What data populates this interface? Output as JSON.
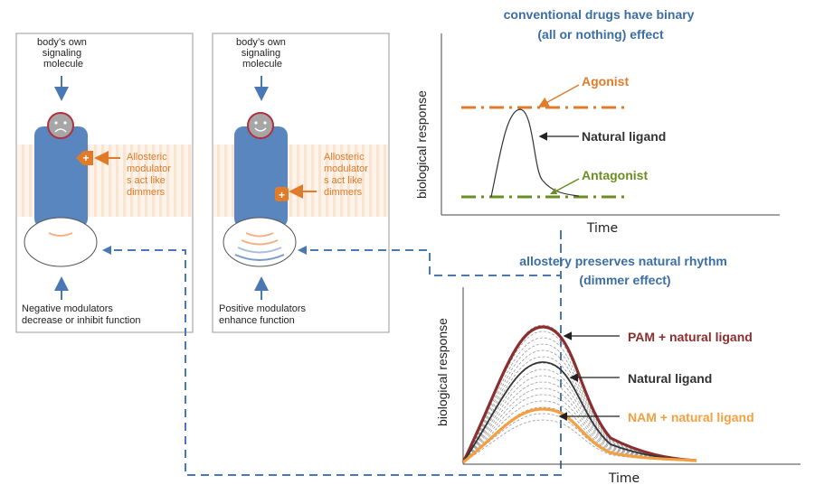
{
  "colors": {
    "blue_title": "#3b6ea5",
    "orange": "#e07b2a",
    "red_dark": "#8b2e2e",
    "green": "#6b8e23",
    "receptor_blue": "#5a86c0",
    "dash_blue": "#4a78b5",
    "membrane": "#fbe9d8",
    "text_dark": "#222222"
  },
  "panel_negative": {
    "top_label": [
      "body’s own",
      "signaling",
      "molecule"
    ],
    "modulator_label": [
      "Allosteric",
      "modulator",
      "s act like",
      "dimmers"
    ],
    "bottom_label": [
      "Negative modulators",
      "decrease or inhibit function"
    ]
  },
  "panel_positive": {
    "top_label": [
      "body’s own",
      "signaling",
      "molecule"
    ],
    "modulator_label": [
      "Allosteric",
      "modulator",
      "s act like",
      "dimmers"
    ],
    "bottom_label": [
      "Positive modulators",
      "enhance function"
    ]
  },
  "chart_top": {
    "title": [
      "conventional drugs have binary",
      "(all or nothing) effect"
    ],
    "ylabel": "biological response",
    "xlabel": "Time",
    "labels": {
      "agonist": "Agonist",
      "natural": "Natural ligand",
      "antagonist": "Antagonist"
    }
  },
  "chart_bottom": {
    "title": [
      "allostery preserves natural rhythm",
      "(dimmer effect)"
    ],
    "ylabel": "biological response",
    "xlabel": "Time",
    "labels": {
      "pam": "PAM + natural ligand",
      "natural": "Natural ligand",
      "nam": "NAM + natural ligand"
    }
  }
}
